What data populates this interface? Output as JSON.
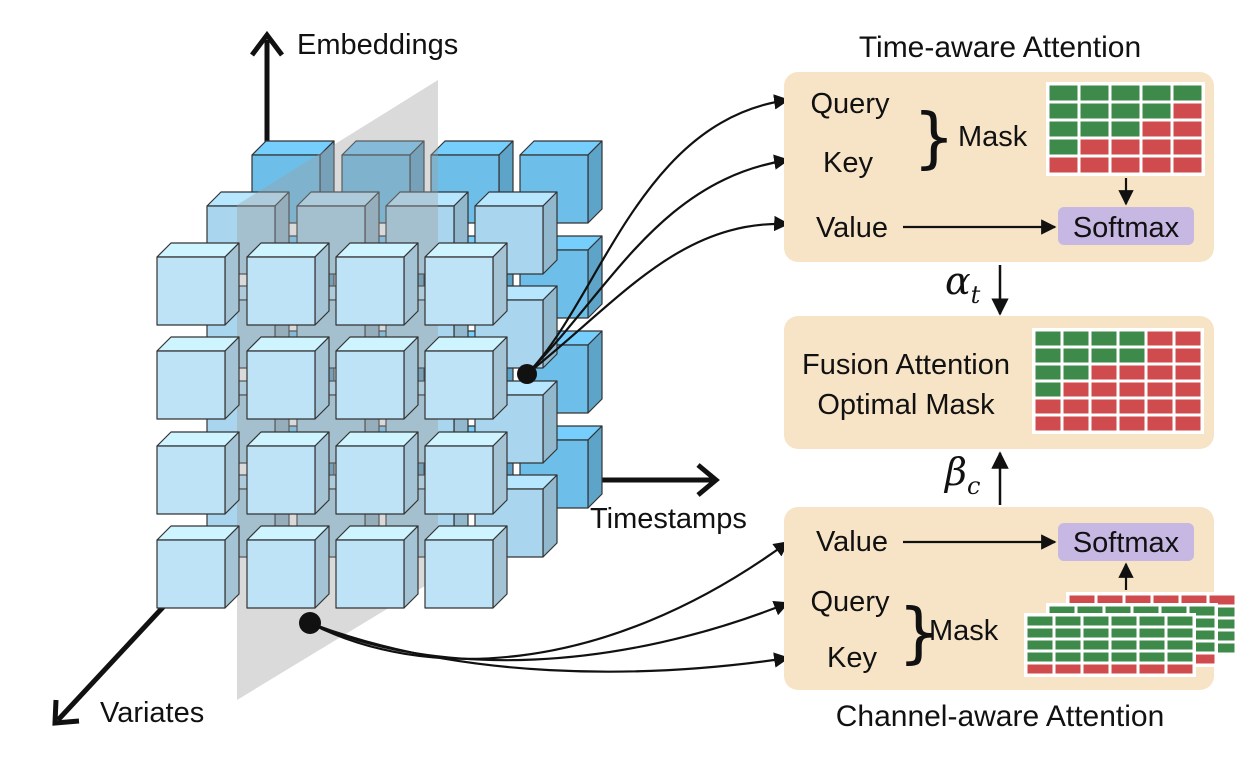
{
  "axes": {
    "embeddings": "Embeddings",
    "variates": "Variates",
    "timestamps": "Timestamps"
  },
  "time_panel": {
    "title": "Time-aware Attention",
    "query": "Query",
    "key": "Key",
    "mask": "Mask",
    "value": "Value",
    "softmax": "Softmax"
  },
  "alpha": {
    "symbol": "α",
    "sub": "t"
  },
  "fusion_panel": {
    "line1": "Fusion Attention",
    "line2": "Optimal Mask"
  },
  "beta": {
    "symbol": "β",
    "sub": "c"
  },
  "channel_panel": {
    "title": "Channel-aware Attention",
    "value": "Value",
    "softmax": "Softmax",
    "query": "Query",
    "key": "Key",
    "mask": "Mask"
  },
  "colors": {
    "cube_dark": "#6dbfea",
    "cube_light": "#bfe3f6",
    "panel": "#f7e4c6",
    "softmax": "#c7b7e3",
    "mask_green": "#3e8a4b",
    "mask_red": "#cf4b4e"
  }
}
